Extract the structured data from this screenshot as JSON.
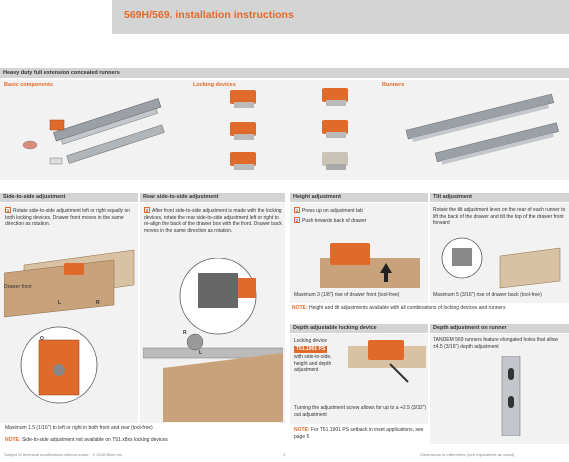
{
  "title": "569H/569. installation instructions",
  "section": {
    "heading": "Heavy duty full extension concealed runners",
    "basic_components": "Basic components",
    "locking_devices": "Locking devices",
    "runners": "Runners"
  },
  "side": {
    "heading": "Side-to-side adjustment",
    "step1_num": "1",
    "step1": "Rotate side-to-side adjustment left or right equally on both locking devices. Drawer front moves in the same direction as rotation.",
    "drawer_front": "Drawer front",
    "callout_o": "O",
    "callout_l": "L",
    "callout_r": "R",
    "max": "Maximum 1.5 (1/16\") to left or right in both front and rear (tool-free)",
    "note_label": "NOTE:",
    "note": "Side-to-side adjustment not available on T51.x8xx locking devices"
  },
  "rear": {
    "heading": "Rear side-to-side adjustment",
    "step2_num": "2",
    "step2": "After front side-to-side adjustment is made with the locking devices, rotate the rear side-to-side adjustment left or right to re-align the back of the drawer box with the front. Drawer back moves in the same direction as rotation.",
    "callout_r": "R",
    "callout_l": "L"
  },
  "height": {
    "heading": "Height adjustment",
    "step1_num": "1",
    "step1": "Press up on adjustment tab",
    "step2_num": "2",
    "step2": "Push towards back of drawer",
    "max": "Maximum 3 (1/8\") rise of drawer front (tool-free)"
  },
  "tilt": {
    "heading": "Tilt adjustment",
    "text": "Rotate the tilt adjustment lever on the rear of each runner to lift the back of the drawer and tilt the top of the drawer front forward",
    "max": "Maximum 5 (3/16\") rise of drawer back (tool-free)"
  },
  "height_tilt_note": {
    "label": "NOTE:",
    "text": "Height and tilt adjustments available with all combinations of locking devices and runners"
  },
  "depth_lock": {
    "heading": "Depth adjustable locking device",
    "line1": "Locking device",
    "code": "T51.1901 PS",
    "line2": "with side-to-side, height and depth adjustment",
    "turning": "Turning the adjustment screw allows for up to a +2.5 (3/32\") out adjustment",
    "note_label": "NOTE:",
    "note": "For T51.1901 PS setback in inset applications, see page 5"
  },
  "depth_runner": {
    "heading": "Depth adjustment on runner",
    "text": "TANDEM 569 runners feature elongated holes that allow ±4.5 (3/16\") depth adjustment"
  },
  "footer": {
    "left": "Subject to technical modifications without notice · © 2016 Blum Inc.",
    "page": "3",
    "right": "Dimensions in millimeters (inch equivalents as noted)"
  },
  "colors": {
    "accent": "#e06a2a",
    "header_grey": "#d4d4d4",
    "panel_grey": "#f2f2f2",
    "wood": "#c8a27a"
  }
}
